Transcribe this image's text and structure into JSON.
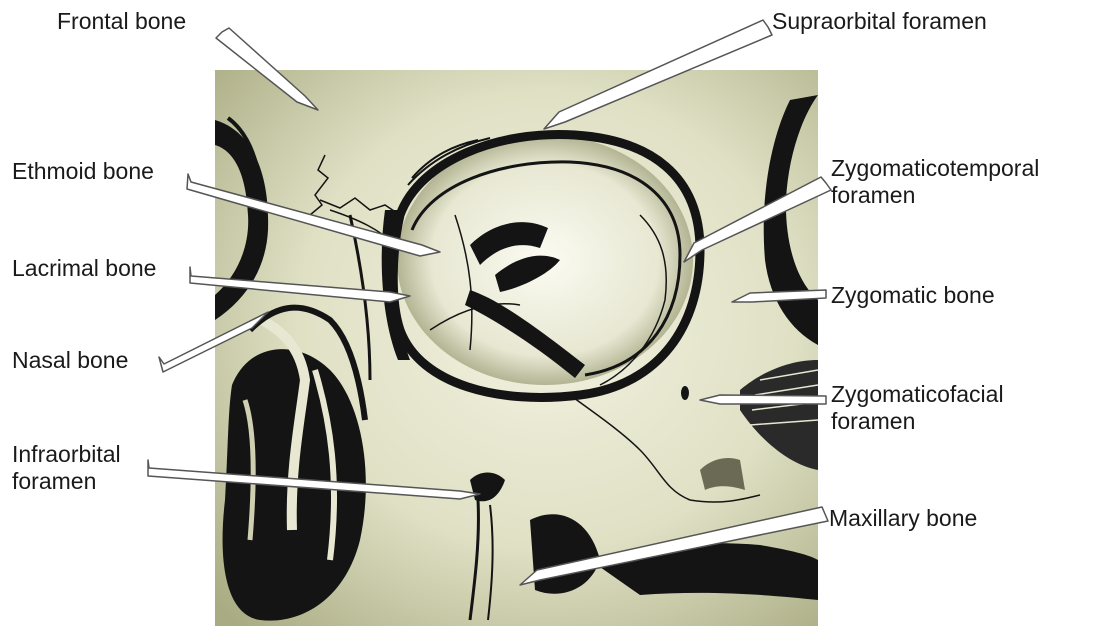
{
  "labels": {
    "frontal_bone": "Frontal bone",
    "supraorbital_foramen": "Supraorbital foramen",
    "ethmoid_bone": "Ethmoid bone",
    "zygomaticotemporal_foramen": [
      "Zygomaticotemporal",
      "foramen"
    ],
    "lacrimal_bone": "Lacrimal bone",
    "zygomatic_bone": "Zygomatic bone",
    "nasal_bone": "Nasal bone",
    "zygomaticofacial_foramen": [
      "Zygomaticofacial",
      "foramen"
    ],
    "infraorbital_foramen": [
      "Infraorbital",
      "foramen"
    ],
    "maxillary_bone": "Maxillary bone"
  },
  "colors": {
    "background": "#ffffff",
    "bone_fill": "#dfe0c4",
    "bone_shade": "#b9bb93",
    "ink": "#141414",
    "arrow_fill": "#ffffff",
    "arrow_stroke": "#555555"
  }
}
